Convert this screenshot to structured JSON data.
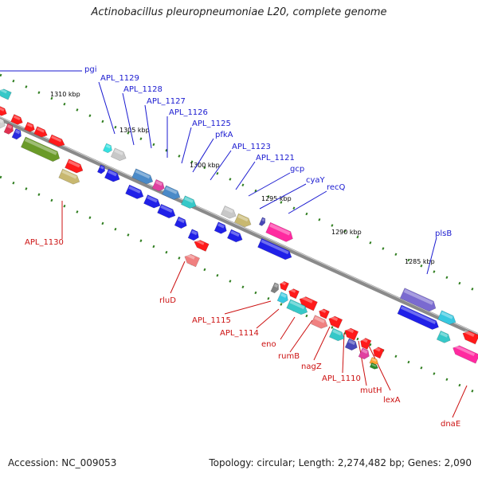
{
  "title": "Actinobacillus pleuropneumoniae L20, complete genome",
  "accession": "Accession: NC_009053",
  "info": "Topology: circular; Length: 2,274,482 bp; Genes: 2,090",
  "ticks": [
    "1310 kbp",
    "1305 kbp",
    "1300 kbp",
    "1295 kbp",
    "1290 kbp",
    "1285 kbp"
  ],
  "forward_labels": [
    "pgi",
    "APL_1129",
    "APL_1128",
    "APL_1127",
    "APL_1126",
    "APL_1125",
    "pfkA",
    "APL_1123",
    "APL_1121",
    "gcp",
    "cyaY",
    "recQ",
    "plsB"
  ],
  "reverse_labels": [
    "APL_1130",
    "rluD",
    "APL_1115",
    "APL_1114",
    "eno",
    "rumB",
    "nagZ",
    "APL_1110",
    "mutH",
    "lexA",
    "dnaE"
  ],
  "colors": {
    "forward_label": "#1a1ad0",
    "reverse_label": "#cc1111",
    "backbone": "#808080",
    "tick_dots": "#2e7d1e"
  }
}
